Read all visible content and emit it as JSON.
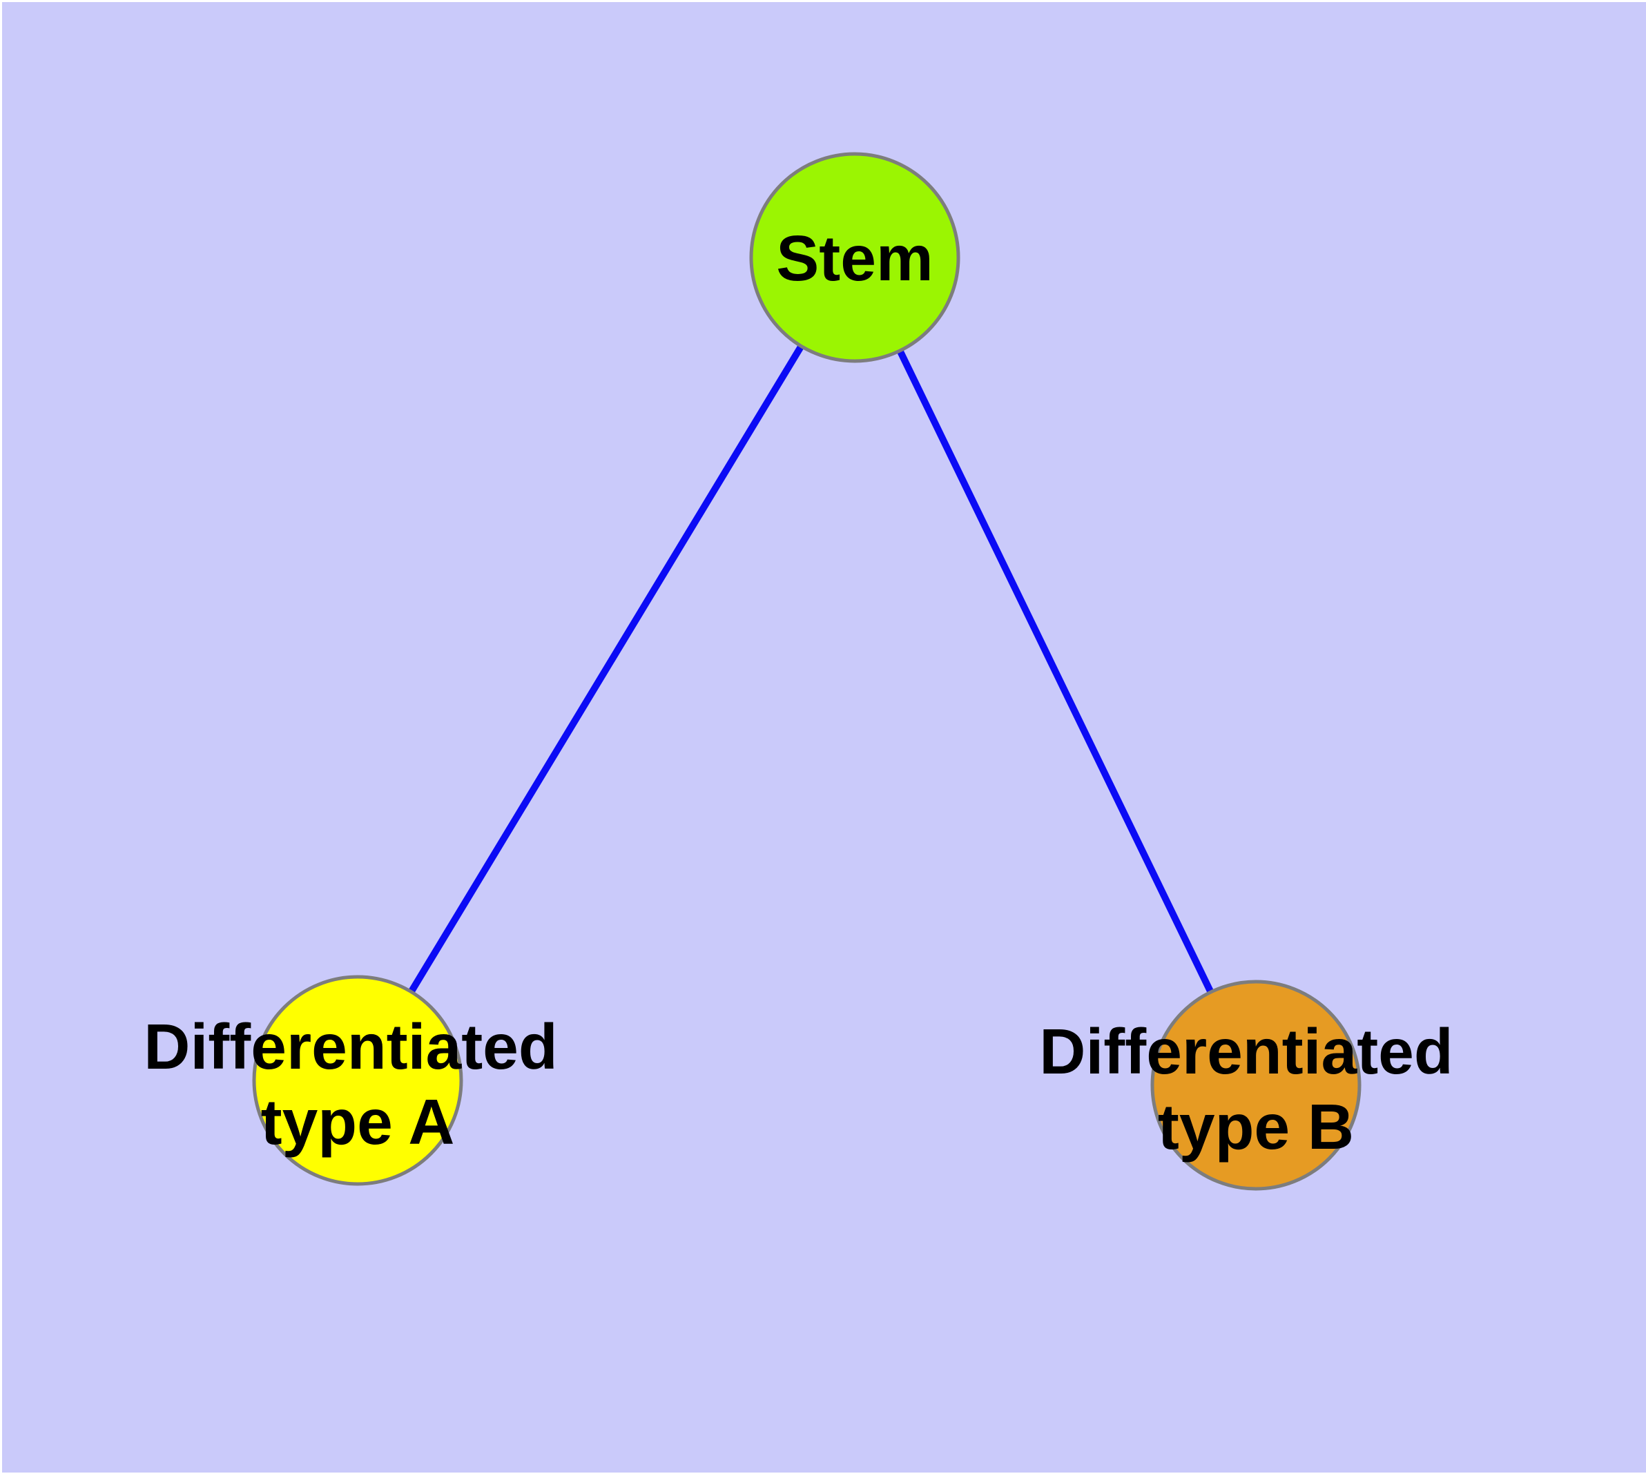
{
  "canvas": {
    "background_color": "#cacafa",
    "margin_color": "#ffffff"
  },
  "node_style": {
    "border_color": "#7d7d7d",
    "label_color": "#000000"
  },
  "nodes": {
    "stem": {
      "label": "Stem",
      "fill": "#9bf502"
    },
    "type_a": {
      "label_line1": "Differentiated",
      "label_line2": "type A",
      "fill": "#ffff00"
    },
    "type_b": {
      "label_line1": "Differentiated",
      "label_line2": "type B",
      "fill": "#e69b23"
    }
  },
  "edges": {
    "color": "#0b0bf5",
    "list": [
      {
        "from": "Stem",
        "to": "Differentiated type A"
      },
      {
        "from": "Stem",
        "to": "Differentiated type B"
      }
    ]
  }
}
